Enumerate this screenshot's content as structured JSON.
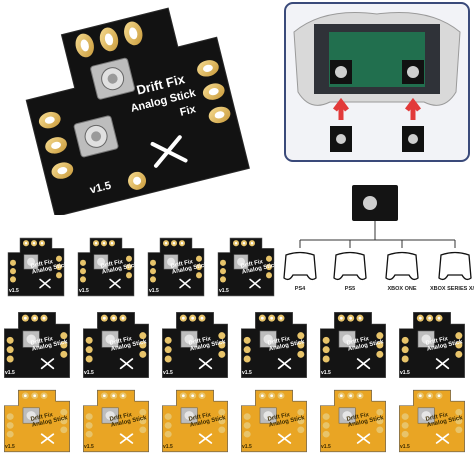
{
  "board_text": {
    "line1": "Drift Fix",
    "line2": "Analog Stick",
    "line3": "Fix",
    "version": "v1.5"
  },
  "platforms": [
    {
      "label": "PS4",
      "icon": "ps4-controller-icon"
    },
    {
      "label": "PS5",
      "icon": "ps5-controller-icon"
    },
    {
      "label": "XBOX ONE",
      "icon": "xbox-one-controller-icon"
    },
    {
      "label": "XBOX SERIES X/S",
      "icon": "xbox-series-controller-icon"
    }
  ],
  "colors": {
    "pcb_black": "#141414",
    "pcb_yellow": "#e9a524",
    "pad_gold": "#e8c46a",
    "controller_frame": "#3a4a7a",
    "arrow_red": "#e23a3a"
  }
}
